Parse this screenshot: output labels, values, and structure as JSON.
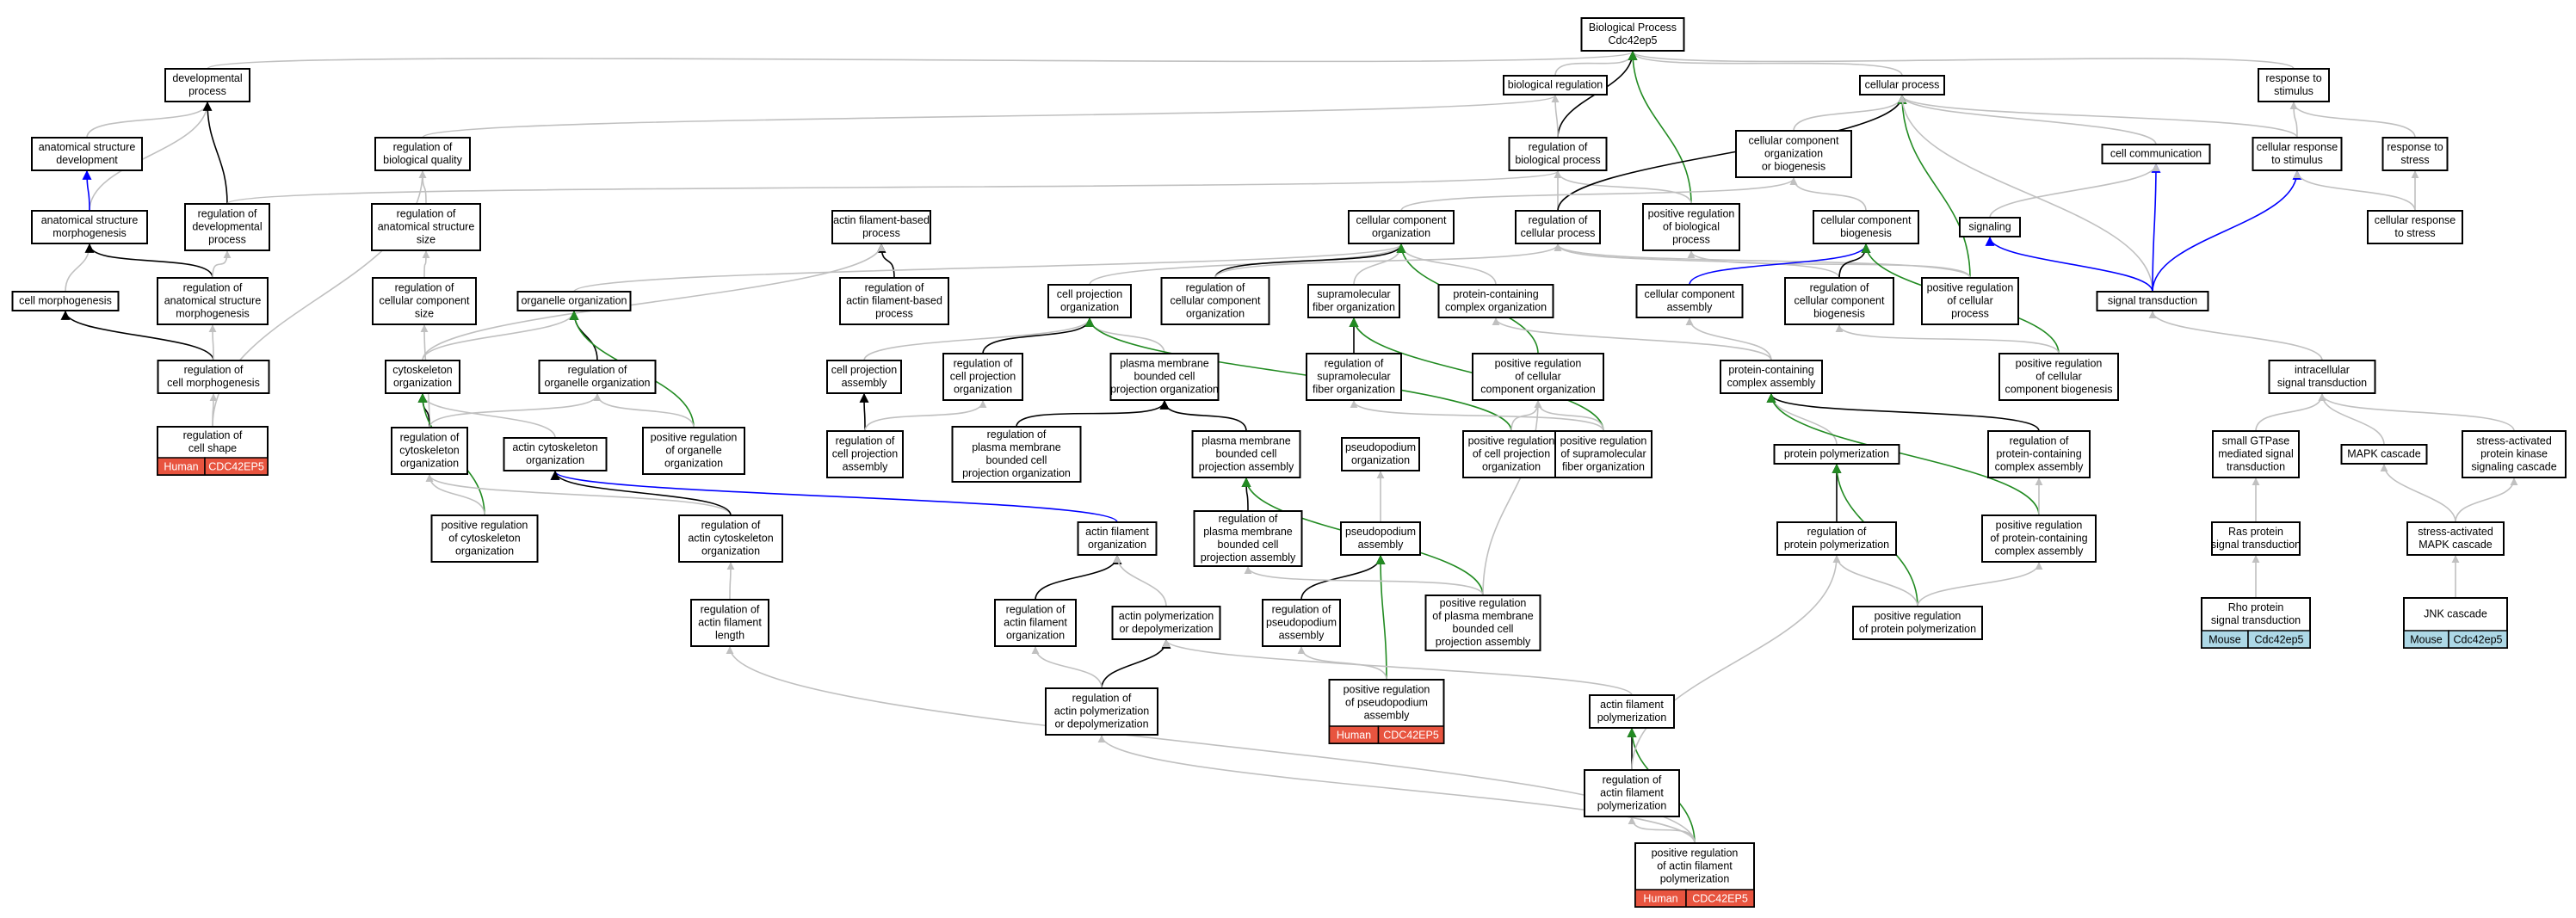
{
  "colors": {
    "gray": "#c0c0c0",
    "black": "#000000",
    "green": "#228b22",
    "blue": "#0000ff",
    "human_tag": "#e8543f",
    "mouse_tag": "#add8e6"
  },
  "nodes": [
    {
      "id": "bp",
      "lines": [
        "Biological Process",
        "Cdc42ep5"
      ]
    },
    {
      "id": "dev",
      "lines": [
        "developmental",
        "process"
      ]
    },
    {
      "id": "breg",
      "lines": [
        "biological regulation"
      ]
    },
    {
      "id": "cp",
      "lines": [
        "cellular process"
      ]
    },
    {
      "id": "rts",
      "lines": [
        "response to",
        "stimulus"
      ]
    },
    {
      "id": "asd",
      "lines": [
        "anatomical structure",
        "development"
      ]
    },
    {
      "id": "rbq",
      "lines": [
        "regulation of",
        "biological quality"
      ]
    },
    {
      "id": "rbp",
      "lines": [
        "regulation of",
        "biological process"
      ]
    },
    {
      "id": "ccob",
      "lines": [
        "cellular component",
        "organization",
        "or biogenesis"
      ]
    },
    {
      "id": "cc",
      "lines": [
        "cell communication"
      ]
    },
    {
      "id": "crs",
      "lines": [
        "cellular response",
        "to stimulus"
      ]
    },
    {
      "id": "rstr",
      "lines": [
        "response to",
        "stress"
      ]
    },
    {
      "id": "asm",
      "lines": [
        "anatomical structure",
        "morphogenesis"
      ]
    },
    {
      "id": "rdp",
      "lines": [
        "regulation of",
        "developmental",
        "process"
      ]
    },
    {
      "id": "rass",
      "lines": [
        "regulation of",
        "anatomical structure",
        "size"
      ]
    },
    {
      "id": "afbp",
      "lines": [
        "actin filament-based",
        "process"
      ]
    },
    {
      "id": "cco",
      "lines": [
        "cellular component",
        "organization"
      ]
    },
    {
      "id": "rcp",
      "lines": [
        "regulation of",
        "cellular process"
      ]
    },
    {
      "id": "prbp",
      "lines": [
        "positive regulation",
        "of biological",
        "process"
      ]
    },
    {
      "id": "ccb",
      "lines": [
        "cellular component",
        "biogenesis"
      ]
    },
    {
      "id": "sig",
      "lines": [
        "signaling"
      ]
    },
    {
      "id": "crstr",
      "lines": [
        "cellular response",
        "to stress"
      ]
    },
    {
      "id": "cm",
      "lines": [
        "cell morphogenesis"
      ]
    },
    {
      "id": "rasm",
      "lines": [
        "regulation of",
        "anatomical structure",
        "morphogenesis"
      ]
    },
    {
      "id": "rccs",
      "lines": [
        "regulation of",
        "cellular component",
        "size"
      ]
    },
    {
      "id": "oo",
      "lines": [
        "organelle organization"
      ]
    },
    {
      "id": "rafbp",
      "lines": [
        "regulation of",
        "actin filament-based",
        "process"
      ]
    },
    {
      "id": "cpo",
      "lines": [
        "cell projection",
        "organization"
      ]
    },
    {
      "id": "rcco",
      "lines": [
        "regulation of",
        "cellular component",
        "organization"
      ]
    },
    {
      "id": "sfo",
      "lines": [
        "supramolecular",
        "fiber organization"
      ]
    },
    {
      "id": "pcco",
      "lines": [
        "protein-containing",
        "complex organization"
      ]
    },
    {
      "id": "cca",
      "lines": [
        "cellular component",
        "assembly"
      ]
    },
    {
      "id": "rccb",
      "lines": [
        "regulation of",
        "cellular component",
        "biogenesis"
      ]
    },
    {
      "id": "prcp",
      "lines": [
        "positive regulation",
        "of cellular",
        "process"
      ]
    },
    {
      "id": "st",
      "lines": [
        "signal transduction"
      ]
    },
    {
      "id": "rcm",
      "lines": [
        "regulation of",
        "cell morphogenesis"
      ]
    },
    {
      "id": "co",
      "lines": [
        "cytoskeleton",
        "organization"
      ]
    },
    {
      "id": "roo",
      "lines": [
        "regulation of",
        "organelle organization"
      ]
    },
    {
      "id": "cpa",
      "lines": [
        "cell projection",
        "assembly"
      ]
    },
    {
      "id": "rcpo",
      "lines": [
        "regulation of",
        "cell projection",
        "organization"
      ]
    },
    {
      "id": "pmbcpo",
      "lines": [
        "plasma membrane",
        "bounded cell",
        "projection organization"
      ]
    },
    {
      "id": "rsfo",
      "lines": [
        "regulation of",
        "supramolecular",
        "fiber organization"
      ]
    },
    {
      "id": "prcco",
      "lines": [
        "positive regulation",
        "of cellular",
        "component organization"
      ]
    },
    {
      "id": "pcca",
      "lines": [
        "protein-containing",
        "complex assembly"
      ]
    },
    {
      "id": "prccb",
      "lines": [
        "positive regulation",
        "of cellular",
        "component biogenesis"
      ]
    },
    {
      "id": "isigt",
      "lines": [
        "intracellular",
        "signal transduction"
      ]
    },
    {
      "id": "rcs",
      "lines": [
        "regulation of",
        "cell shape"
      ],
      "tag": [
        "Human",
        "CDC42EP5"
      ]
    },
    {
      "id": "rco",
      "lines": [
        "regulation of",
        "cytoskeleton",
        "organization"
      ]
    },
    {
      "id": "aco",
      "lines": [
        "actin cytoskeleton",
        "organization"
      ]
    },
    {
      "id": "proo",
      "lines": [
        "positive regulation",
        "of organelle",
        "organization"
      ]
    },
    {
      "id": "rcpa",
      "lines": [
        "regulation of",
        "cell projection",
        "assembly"
      ]
    },
    {
      "id": "rpmbcpo",
      "lines": [
        "regulation of",
        "plasma membrane",
        "bounded cell",
        "projection organization"
      ]
    },
    {
      "id": "pmbcpa",
      "lines": [
        "plasma membrane",
        "bounded cell",
        "projection assembly"
      ]
    },
    {
      "id": "po",
      "lines": [
        "pseudopodium",
        "organization"
      ]
    },
    {
      "id": "prcpo",
      "lines": [
        "positive regulation",
        "of cell projection",
        "organization"
      ]
    },
    {
      "id": "prsfo",
      "lines": [
        "positive regulation",
        "of supramolecular",
        "fiber organization"
      ]
    },
    {
      "id": "pp",
      "lines": [
        "protein polymerization"
      ]
    },
    {
      "id": "rpcca",
      "lines": [
        "regulation of",
        "protein-containing",
        "complex assembly"
      ]
    },
    {
      "id": "sgmst",
      "lines": [
        "small GTPase",
        "mediated signal",
        "transduction"
      ]
    },
    {
      "id": "mapk",
      "lines": [
        "MAPK cascade"
      ]
    },
    {
      "id": "sapk",
      "lines": [
        "stress-activated",
        "protein kinase",
        "signaling cascade"
      ]
    },
    {
      "id": "prco",
      "lines": [
        "positive regulation",
        "of cytoskeleton",
        "organization"
      ]
    },
    {
      "id": "raco",
      "lines": [
        "regulation of",
        "actin cytoskeleton",
        "organization"
      ]
    },
    {
      "id": "afo",
      "lines": [
        "actin filament",
        "organization"
      ]
    },
    {
      "id": "rpmbcpa",
      "lines": [
        "regulation of",
        "plasma membrane",
        "bounded cell",
        "projection assembly"
      ]
    },
    {
      "id": "pa",
      "lines": [
        "pseudopodium",
        "assembly"
      ]
    },
    {
      "id": "rpp",
      "lines": [
        "regulation of",
        "protein polymerization"
      ]
    },
    {
      "id": "prpcca",
      "lines": [
        "positive regulation",
        "of protein-containing",
        "complex assembly"
      ]
    },
    {
      "id": "rpst",
      "lines": [
        "Ras protein",
        "signal transduction"
      ]
    },
    {
      "id": "samapk",
      "lines": [
        "stress-activated",
        "MAPK cascade"
      ]
    },
    {
      "id": "rafl",
      "lines": [
        "regulation of",
        "actin filament",
        "length"
      ]
    },
    {
      "id": "rafo",
      "lines": [
        "regulation of",
        "actin filament",
        "organization"
      ]
    },
    {
      "id": "apd",
      "lines": [
        "actin polymerization",
        "or depolymerization"
      ]
    },
    {
      "id": "rpa",
      "lines": [
        "regulation of",
        "pseudopodium",
        "assembly"
      ]
    },
    {
      "id": "prpmbcpa",
      "lines": [
        "positive regulation",
        "of plasma membrane",
        "bounded cell",
        "projection assembly"
      ]
    },
    {
      "id": "prpp",
      "lines": [
        "positive regulation",
        "of protein polymerization"
      ]
    },
    {
      "id": "rhost",
      "lines": [
        "Rho protein",
        "signal transduction"
      ],
      "tag": [
        "Mouse",
        "Cdc42ep5"
      ]
    },
    {
      "id": "jnk",
      "lines": [
        "JNK cascade"
      ],
      "tag": [
        "Mouse",
        "Cdc42ep5"
      ]
    },
    {
      "id": "rapd",
      "lines": [
        "regulation of",
        "actin polymerization",
        "or depolymerization"
      ]
    },
    {
      "id": "prpa",
      "lines": [
        "positive regulation",
        "of pseudopodium",
        "assembly"
      ],
      "tag": [
        "Human",
        "CDC42EP5"
      ]
    },
    {
      "id": "afp",
      "lines": [
        "actin filament",
        "polymerization"
      ]
    },
    {
      "id": "rafp",
      "lines": [
        "regulation of",
        "actin filament",
        "polymerization"
      ]
    },
    {
      "id": "prafp",
      "lines": [
        "positive regulation",
        "of actin filament",
        "polymerization"
      ],
      "tag": [
        "Human",
        "CDC42EP5"
      ]
    }
  ],
  "edges": [
    [
      "dev",
      "bp",
      "gray"
    ],
    [
      "breg",
      "bp",
      "gray"
    ],
    [
      "cp",
      "bp",
      "gray"
    ],
    [
      "rts",
      "bp",
      "gray"
    ],
    [
      "rbp",
      "bp",
      "black"
    ],
    [
      "prbp",
      "bp",
      "green"
    ],
    [
      "asd",
      "dev",
      "gray"
    ],
    [
      "asm",
      "dev",
      "gray"
    ],
    [
      "rdp",
      "dev",
      "black"
    ],
    [
      "asm",
      "asd",
      "blue"
    ],
    [
      "rbq",
      "breg",
      "gray"
    ],
    [
      "rbp",
      "breg",
      "gray"
    ],
    [
      "rcp",
      "rbp",
      "gray"
    ],
    [
      "rdp",
      "rbp",
      "gray"
    ],
    [
      "prbp",
      "rbp",
      "gray"
    ],
    [
      "rcs",
      "rbq",
      "gray"
    ],
    [
      "rass",
      "rbq",
      "gray"
    ],
    [
      "ccob",
      "cp",
      "gray"
    ],
    [
      "cc",
      "cp",
      "gray"
    ],
    [
      "crs",
      "cp",
      "gray"
    ],
    [
      "rcp",
      "cp",
      "black"
    ],
    [
      "prcp",
      "cp",
      "green"
    ],
    [
      "st",
      "cp",
      "gray"
    ],
    [
      "cco",
      "ccob",
      "gray"
    ],
    [
      "ccb",
      "ccob",
      "gray"
    ],
    [
      "crs",
      "rts",
      "gray"
    ],
    [
      "rstr",
      "rts",
      "gray"
    ],
    [
      "crstr",
      "rstr",
      "gray"
    ],
    [
      "st",
      "cc",
      "blue"
    ],
    [
      "sig",
      "cc",
      "gray"
    ],
    [
      "st",
      "crs",
      "blue"
    ],
    [
      "crstr",
      "crs",
      "gray"
    ],
    [
      "cm",
      "asm",
      "gray"
    ],
    [
      "rasm",
      "asm",
      "black"
    ],
    [
      "rasm",
      "rdp",
      "gray"
    ],
    [
      "rccs",
      "rass",
      "gray"
    ],
    [
      "rafbp",
      "afbp",
      "black"
    ],
    [
      "co",
      "afbp",
      "gray"
    ],
    [
      "oo",
      "cco",
      "gray"
    ],
    [
      "cpo",
      "cco",
      "gray"
    ],
    [
      "rcco",
      "cco",
      "black"
    ],
    [
      "sfo",
      "cco",
      "gray"
    ],
    [
      "pcco",
      "cco",
      "gray"
    ],
    [
      "prcco",
      "cco",
      "green"
    ],
    [
      "rcco",
      "rcp",
      "gray"
    ],
    [
      "rccb",
      "rcp",
      "gray"
    ],
    [
      "prcp",
      "rcp",
      "gray"
    ],
    [
      "prcp",
      "prbp",
      "gray"
    ],
    [
      "cca",
      "ccb",
      "blue"
    ],
    [
      "rccb",
      "ccb",
      "black"
    ],
    [
      "prccb",
      "ccb",
      "green"
    ],
    [
      "st",
      "sig",
      "blue"
    ],
    [
      "rcm",
      "cm",
      "black"
    ],
    [
      "rcm",
      "rasm",
      "gray"
    ],
    [
      "rcs",
      "rcm",
      "gray"
    ],
    [
      "rco",
      "rccs",
      "gray"
    ],
    [
      "co",
      "oo",
      "gray"
    ],
    [
      "roo",
      "oo",
      "black"
    ],
    [
      "proo",
      "oo",
      "green"
    ],
    [
      "cpa",
      "cpo",
      "gray"
    ],
    [
      "rcpo",
      "cpo",
      "black"
    ],
    [
      "pmbcpo",
      "cpo",
      "gray"
    ],
    [
      "prcpo",
      "cpo",
      "green"
    ],
    [
      "rsfo",
      "sfo",
      "black"
    ],
    [
      "prsfo",
      "sfo",
      "green"
    ],
    [
      "pcca",
      "pcco",
      "gray"
    ],
    [
      "pcca",
      "cca",
      "gray"
    ],
    [
      "prccb",
      "rccb",
      "gray"
    ],
    [
      "isigt",
      "st",
      "gray"
    ],
    [
      "aco",
      "co",
      "gray"
    ],
    [
      "rco",
      "co",
      "black"
    ],
    [
      "prco",
      "co",
      "green"
    ],
    [
      "rco",
      "roo",
      "gray"
    ],
    [
      "proo",
      "roo",
      "gray"
    ],
    [
      "rcpa",
      "cpa",
      "black"
    ],
    [
      "rcpa",
      "rcpo",
      "gray"
    ],
    [
      "rpmbcpo",
      "pmbcpo",
      "black"
    ],
    [
      "pmbcpa",
      "pmbcpo",
      "black"
    ],
    [
      "prsfo",
      "rsfo",
      "gray"
    ],
    [
      "prsfo",
      "prcco",
      "gray"
    ],
    [
      "prcpo",
      "prcco",
      "gray"
    ],
    [
      "pp",
      "pcca",
      "gray"
    ],
    [
      "rpcca",
      "pcca",
      "black"
    ],
    [
      "prpcca",
      "pcca",
      "green"
    ],
    [
      "sgmst",
      "isigt",
      "gray"
    ],
    [
      "mapk",
      "isigt",
      "gray"
    ],
    [
      "sapk",
      "isigt",
      "gray"
    ],
    [
      "prco",
      "rco",
      "gray"
    ],
    [
      "raco",
      "rco",
      "gray"
    ],
    [
      "afo",
      "aco",
      "blue"
    ],
    [
      "raco",
      "aco",
      "black"
    ],
    [
      "rafo",
      "afo",
      "black"
    ],
    [
      "apd",
      "afo",
      "gray"
    ],
    [
      "rpmbcpa",
      "pmbcpa",
      "black"
    ],
    [
      "prpmbcpa",
      "pmbcpa",
      "green"
    ],
    [
      "pa",
      "po",
      "gray"
    ],
    [
      "rpa",
      "pa",
      "black"
    ],
    [
      "prpa",
      "pa",
      "green"
    ],
    [
      "rpp",
      "pp",
      "black"
    ],
    [
      "prpp",
      "pp",
      "green"
    ],
    [
      "prpp",
      "rpp",
      "gray"
    ],
    [
      "prpcca",
      "rpcca",
      "gray"
    ],
    [
      "rpst",
      "sgmst",
      "gray"
    ],
    [
      "rhost",
      "rpst",
      "gray"
    ],
    [
      "samapk",
      "mapk",
      "gray"
    ],
    [
      "samapk",
      "sapk",
      "gray"
    ],
    [
      "jnk",
      "samapk",
      "gray"
    ],
    [
      "rafl",
      "raco",
      "gray"
    ],
    [
      "rapd",
      "apd",
      "black"
    ],
    [
      "rapd",
      "rafo",
      "gray"
    ],
    [
      "prpa",
      "rpa",
      "gray"
    ],
    [
      "afp",
      "apd",
      "gray"
    ],
    [
      "rafp",
      "afp",
      "black"
    ],
    [
      "prafp",
      "afp",
      "green"
    ],
    [
      "prafp",
      "rafp",
      "gray"
    ],
    [
      "prafp",
      "rapd",
      "gray"
    ],
    [
      "prafp",
      "rafl",
      "gray"
    ],
    [
      "prpmbcpa",
      "rpmbcpa",
      "gray"
    ],
    [
      "prpmbcpa",
      "prcco",
      "gray"
    ],
    [
      "prpp",
      "prpcca",
      "gray"
    ],
    [
      "rafp",
      "rpp",
      "gray"
    ]
  ]
}
